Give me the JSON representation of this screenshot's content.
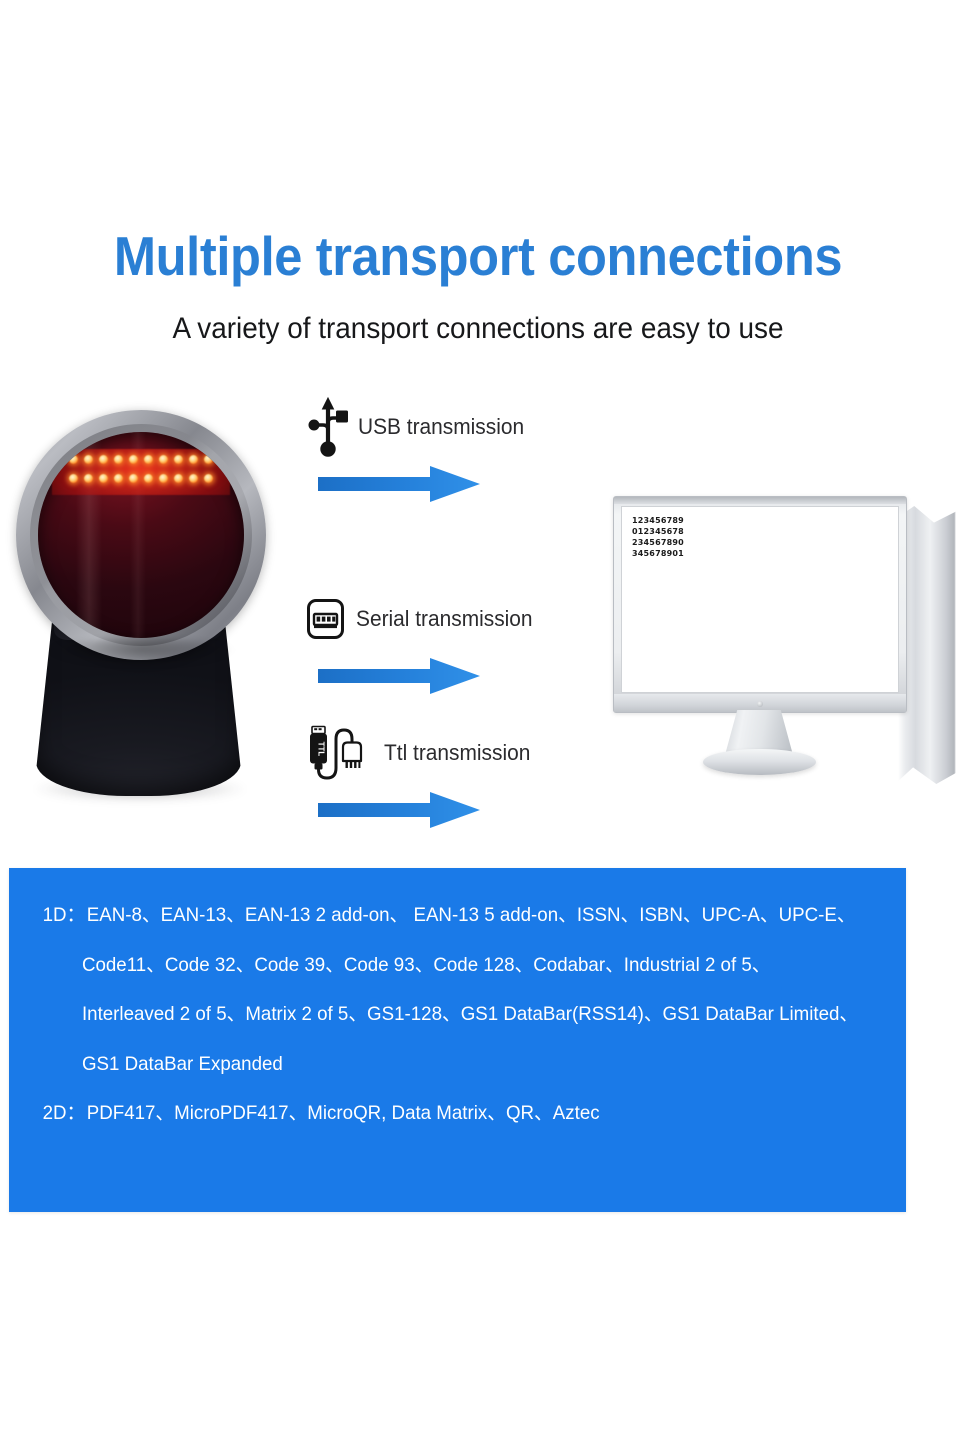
{
  "header": {
    "title": "Multiple transport connections",
    "subtitle": "A variety of transport connections are easy to use"
  },
  "colors": {
    "title_blue": "#2a7fd4",
    "panel_blue": "#1a7ae8",
    "arrow_blue": "#2180d8",
    "led_amber": "#ff8a2a",
    "scanner_window_red": "#4a0a15"
  },
  "device": {
    "name": "omnidirectional-barcode-scanner",
    "led_count_per_row": 10,
    "led_rows": 2
  },
  "transports": [
    {
      "id": "usb",
      "icon": "usb-icon",
      "label": "USB transmission",
      "arrow": "right-arrow-icon"
    },
    {
      "id": "serial",
      "icon": "serial-port-icon",
      "label": "Serial transmission",
      "arrow": "right-arrow-icon"
    },
    {
      "id": "ttl",
      "icon": "ttl-adapter-icon",
      "label": "Ttl transmission",
      "icon_text": "TTL",
      "arrow": "right-arrow-icon"
    }
  ],
  "monitor": {
    "name": "lcd-monitor",
    "screen_lines": [
      "123456789",
      "012345678",
      "234567890",
      "345678901"
    ]
  },
  "specs": {
    "lines": [
      {
        "label": "1D：",
        "text": "EAN-8、EAN-13、EAN-13 2 add-on、 EAN-13 5 add-on、ISSN、ISBN、UPC-A、UPC-E、",
        "indent": "flush"
      },
      {
        "label": "",
        "text": "Code11、Code 32、Code 39、Code 93、Code 128、Codabar、Industrial 2 of 5、",
        "indent": "indent"
      },
      {
        "label": "",
        "text": "Interleaved 2 of 5、Matrix 2 of 5、GS1-128、GS1 DataBar(RSS14)、GS1 DataBar Limited、",
        "indent": "indent"
      },
      {
        "label": "",
        "text": "GS1 DataBar Expanded",
        "indent": "indent"
      },
      {
        "label": "2D：",
        "text": "PDF417、MicroPDF417、MicroQR, Data Matrix、QR、Aztec",
        "indent": "flush"
      }
    ]
  }
}
